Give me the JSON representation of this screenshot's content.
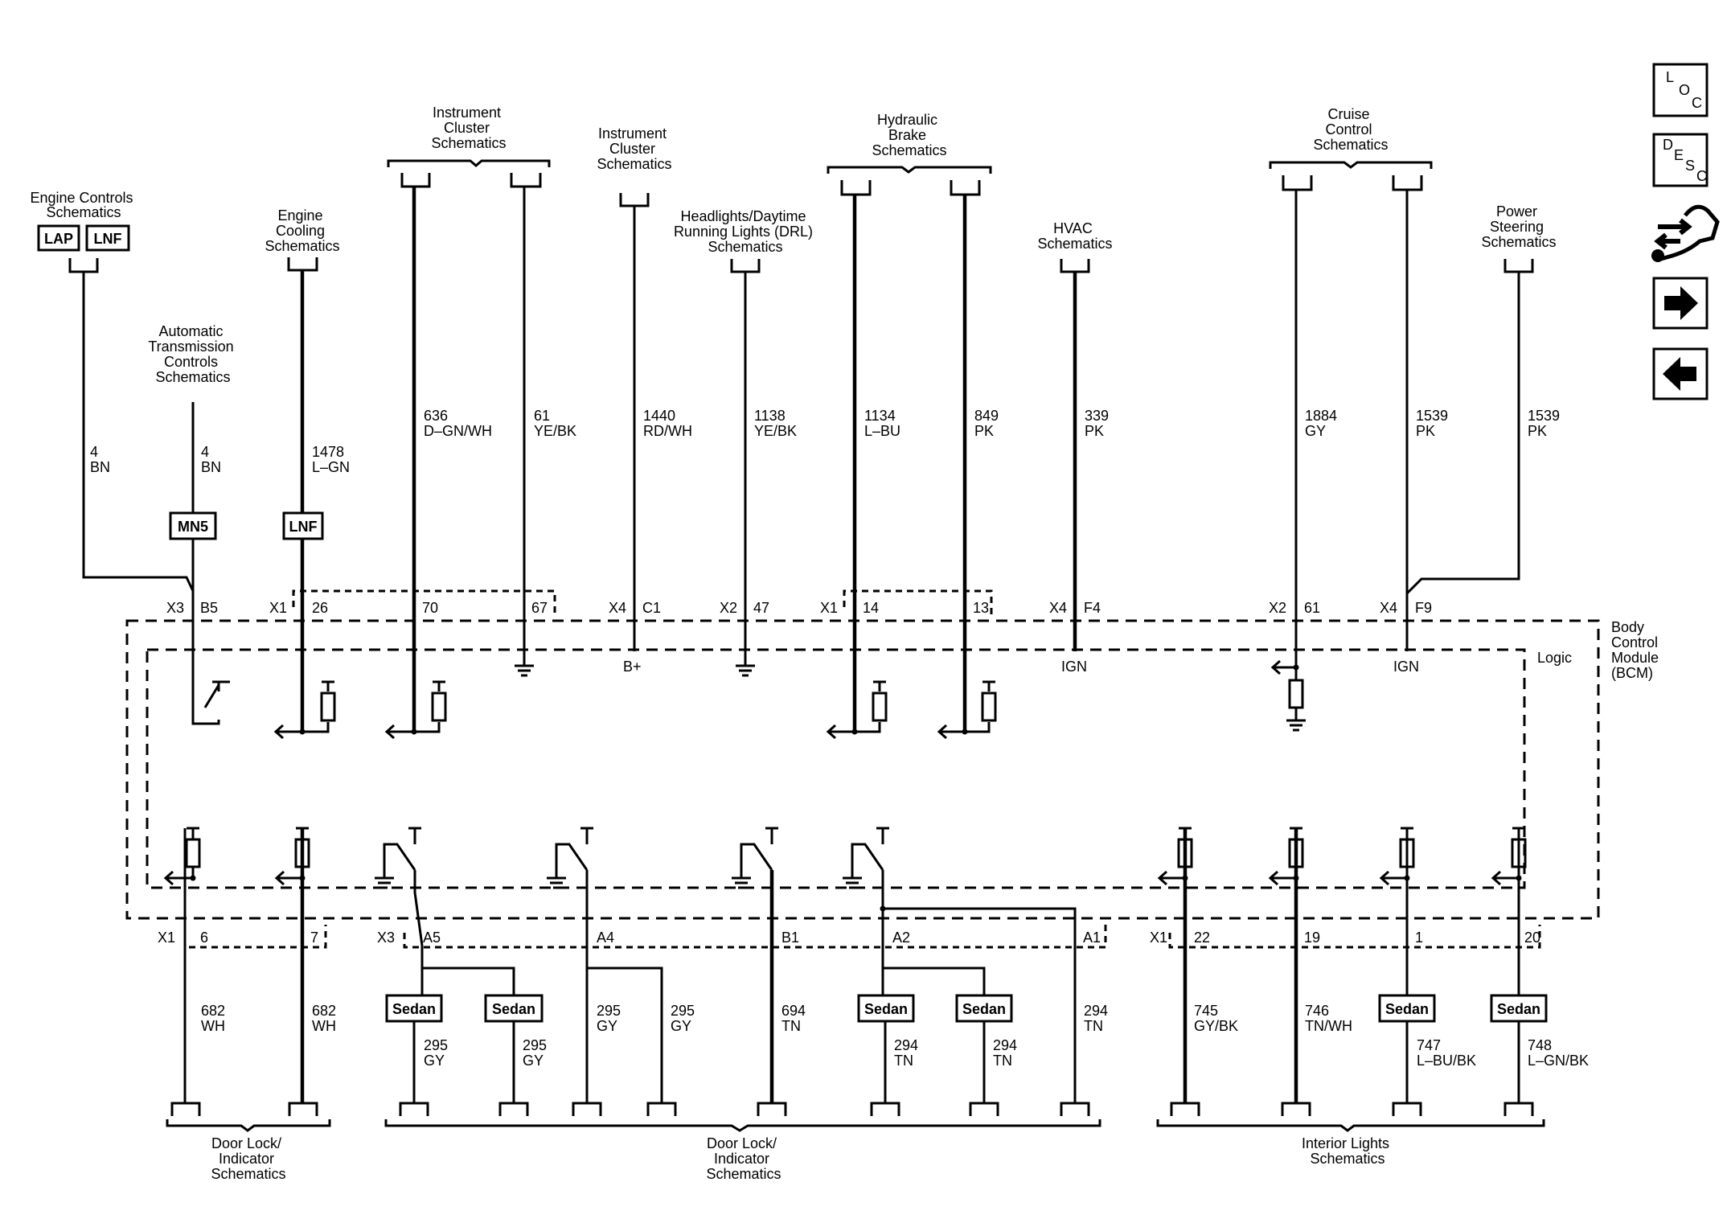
{
  "top_labels": {
    "engine_controls": [
      "Engine Controls",
      "Schematics"
    ],
    "auto_trans": [
      "Automatic",
      "Transmission",
      "Controls",
      "Schematics"
    ],
    "engine_cooling": [
      "Engine",
      "Cooling",
      "Schematics"
    ],
    "instrument_cluster_1": [
      "Instrument",
      "Cluster",
      "Schematics"
    ],
    "instrument_cluster_2": [
      "Instrument",
      "Cluster",
      "Schematics"
    ],
    "headlights": [
      "Headlights/Daytime",
      "Running Lights (DRL)",
      "Schematics"
    ],
    "hydraulic_brake": [
      "Hydraulic",
      "Brake",
      "Schematics"
    ],
    "hvac": [
      "HVAC",
      "Schematics"
    ],
    "cruise_control": [
      "Cruise",
      "Control",
      "Schematics"
    ],
    "power_steering": [
      "Power",
      "Steering",
      "Schematics"
    ]
  },
  "option_boxes": {
    "lap": "LAP",
    "lnf": "LNF",
    "mn5": "MN5",
    "lnf_engine_cooling": "LNF",
    "sedan": "Sedan"
  },
  "top_wires": [
    {
      "circuit": "4",
      "color": "BN"
    },
    {
      "circuit": "4",
      "color": "BN"
    },
    {
      "circuit": "1478",
      "color": "L–GN"
    },
    {
      "circuit": "636",
      "color": "D–GN/WH"
    },
    {
      "circuit": "61",
      "color": "YE/BK"
    },
    {
      "circuit": "1440",
      "color": "RD/WH"
    },
    {
      "circuit": "1138",
      "color": "YE/BK"
    },
    {
      "circuit": "1134",
      "color": "L–BU"
    },
    {
      "circuit": "849",
      "color": "PK"
    },
    {
      "circuit": "339",
      "color": "PK"
    },
    {
      "circuit": "1884",
      "color": "GY"
    },
    {
      "circuit": "1539",
      "color": "PK"
    },
    {
      "circuit": "1539",
      "color": "PK"
    }
  ],
  "top_connectors": [
    "X3",
    "X1",
    "X4",
    "X2",
    "X1",
    "X4",
    "X2",
    "X4"
  ],
  "top_pins": [
    "B5",
    "26",
    "70",
    "67",
    "C1",
    "47",
    "14",
    "13",
    "F4",
    "61",
    "F9"
  ],
  "internal_labels": {
    "bplus": "B+",
    "ign": "IGN",
    "logic": "Logic"
  },
  "module_name": [
    "Body",
    "Control",
    "Module",
    "(BCM)"
  ],
  "bottom_connectors": [
    "X1",
    "X3",
    "X1"
  ],
  "bottom_pins": [
    "6",
    "7",
    "A5",
    "A4",
    "B1",
    "A2",
    "A1",
    "22",
    "19",
    "1",
    "20"
  ],
  "bottom_wires": [
    {
      "circuit": "682",
      "color": "WH"
    },
    {
      "circuit": "682",
      "color": "WH"
    },
    {
      "circuit": "295",
      "color": "GY"
    },
    {
      "circuit": "295",
      "color": "GY"
    },
    {
      "circuit": "295",
      "color": "GY"
    },
    {
      "circuit": "295",
      "color": "GY"
    },
    {
      "circuit": "694",
      "color": "TN"
    },
    {
      "circuit": "294",
      "color": "TN"
    },
    {
      "circuit": "294",
      "color": "TN"
    },
    {
      "circuit": "294",
      "color": "TN"
    },
    {
      "circuit": "745",
      "color": "GY/BK"
    },
    {
      "circuit": "746",
      "color": "TN/WH"
    },
    {
      "circuit": "747",
      "color": "L–BU/BK"
    },
    {
      "circuit": "748",
      "color": "L–GN/BK"
    }
  ],
  "bottom_labels": {
    "door_lock_1": [
      "Door Lock/",
      "Indicator",
      "Schematics"
    ],
    "door_lock_2": [
      "Door Lock/",
      "Indicator",
      "Schematics"
    ],
    "interior_lights": [
      "Interior Lights",
      "Schematics"
    ]
  },
  "nav": {
    "loc": {
      "l1": "L",
      "l2": "O",
      "l3": "C"
    },
    "desc": {
      "l1": "D",
      "l2": "E",
      "l3": "S",
      "l4": "C"
    },
    "icons": [
      "connector-end-view-icon",
      "next-arrow-icon",
      "previous-arrow-icon"
    ]
  }
}
